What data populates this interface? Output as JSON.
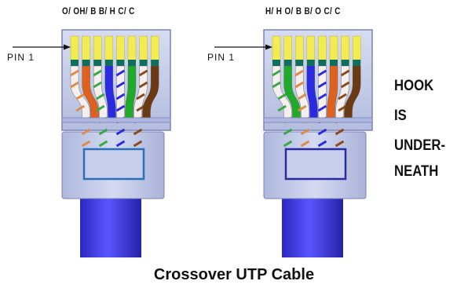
{
  "title": "Crossover UTP Cable",
  "hook_note": [
    "HOOK",
    "IS",
    "UNDER-",
    "NEATH"
  ],
  "connectors": [
    {
      "wire_labels": "O/ OH/ B B/ H C/ C",
      "pin_label": "PIN 1",
      "window_color": "#2a6fb8",
      "wires": [
        {
          "base": "#f5f0ee",
          "stripe": "#e08a4a"
        },
        {
          "base": "#e0601e",
          "stripe": null
        },
        {
          "base": "#f5f0ee",
          "stripe": "#3aa845"
        },
        {
          "base": "#2a2ae0",
          "stripe": null
        },
        {
          "base": "#f5f0ee",
          "stripe": "#2a2ae0"
        },
        {
          "base": "#1faa2a",
          "stripe": null
        },
        {
          "base": "#f5f0ee",
          "stripe": "#8a4a1a"
        },
        {
          "base": "#6b3a12",
          "stripe": null
        }
      ]
    },
    {
      "wire_labels": "H/ H O/ B B/ O C/ C",
      "pin_label": "PIN 1",
      "window_color": "#2a2aa0",
      "wires": [
        {
          "base": "#f5f0ee",
          "stripe": "#3aa845"
        },
        {
          "base": "#1faa2a",
          "stripe": null
        },
        {
          "base": "#f5f0ee",
          "stripe": "#e08a4a"
        },
        {
          "base": "#2a2ae0",
          "stripe": null
        },
        {
          "base": "#f5f0ee",
          "stripe": "#2a2ae0"
        },
        {
          "base": "#e0601e",
          "stripe": null
        },
        {
          "base": "#f5f0ee",
          "stripe": "#8a4a1a"
        },
        {
          "base": "#6b3a12",
          "stripe": null
        }
      ]
    }
  ],
  "colors": {
    "plug_body": "#c3cbe6",
    "plug_outline": "#7b84b8",
    "contact_gold": "#f2ec52",
    "cable_blue": "#3a36e6",
    "pin_teal": "#0f6f5f"
  }
}
